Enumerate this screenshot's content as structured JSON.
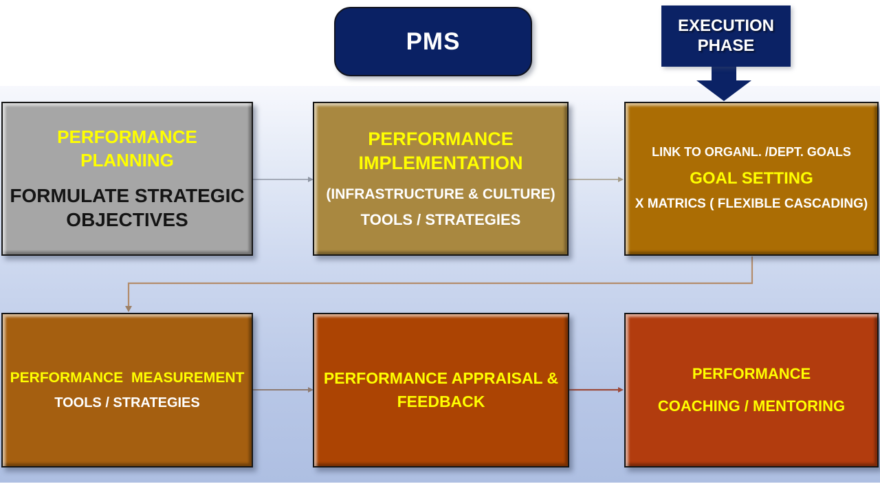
{
  "pms": {
    "label": "PMS",
    "bg": "#0a2164"
  },
  "execution": {
    "line1": "EXECUTION",
    "line2": "PHASE",
    "bg": "#0b2265"
  },
  "boxes": {
    "planning": {
      "title": "PERFORMANCE PLANNING",
      "subtitle": "FORMULATE STRATEGIC OBJECTIVES",
      "bg": "#a6a6a6"
    },
    "implementation": {
      "title": "PERFORMANCE IMPLEMENTATION",
      "line2": "(INFRASTRUCTURE & CULTURE)",
      "line3": "TOOLS / STRATEGIES",
      "bg": "#a98840"
    },
    "goal_setting": {
      "line1": "LINK TO ORGANL. /DEPT. GOALS",
      "line2": "GOAL SETTING",
      "line3": "X MATRICS ( FLEXIBLE CASCADING)",
      "bg": "#ab6d04"
    },
    "measurement": {
      "line1": "PERFORMANCE  MEASUREMENT",
      "line2": "TOOLS / STRATEGIES",
      "bg": "#a55f10"
    },
    "appraisal": {
      "title": "PERFORMANCE APPRAISAL & FEEDBACK",
      "bg": "#ac4403"
    },
    "coaching": {
      "line1": "PERFORMANCE",
      "line2": "COACHING / MENTORING",
      "bg": "#b23c0e"
    }
  },
  "colors": {
    "text_accent": "#ffff00",
    "text_light": "#ffffff",
    "navy": "#0a2164",
    "band_bottom": "#aebfe2"
  }
}
